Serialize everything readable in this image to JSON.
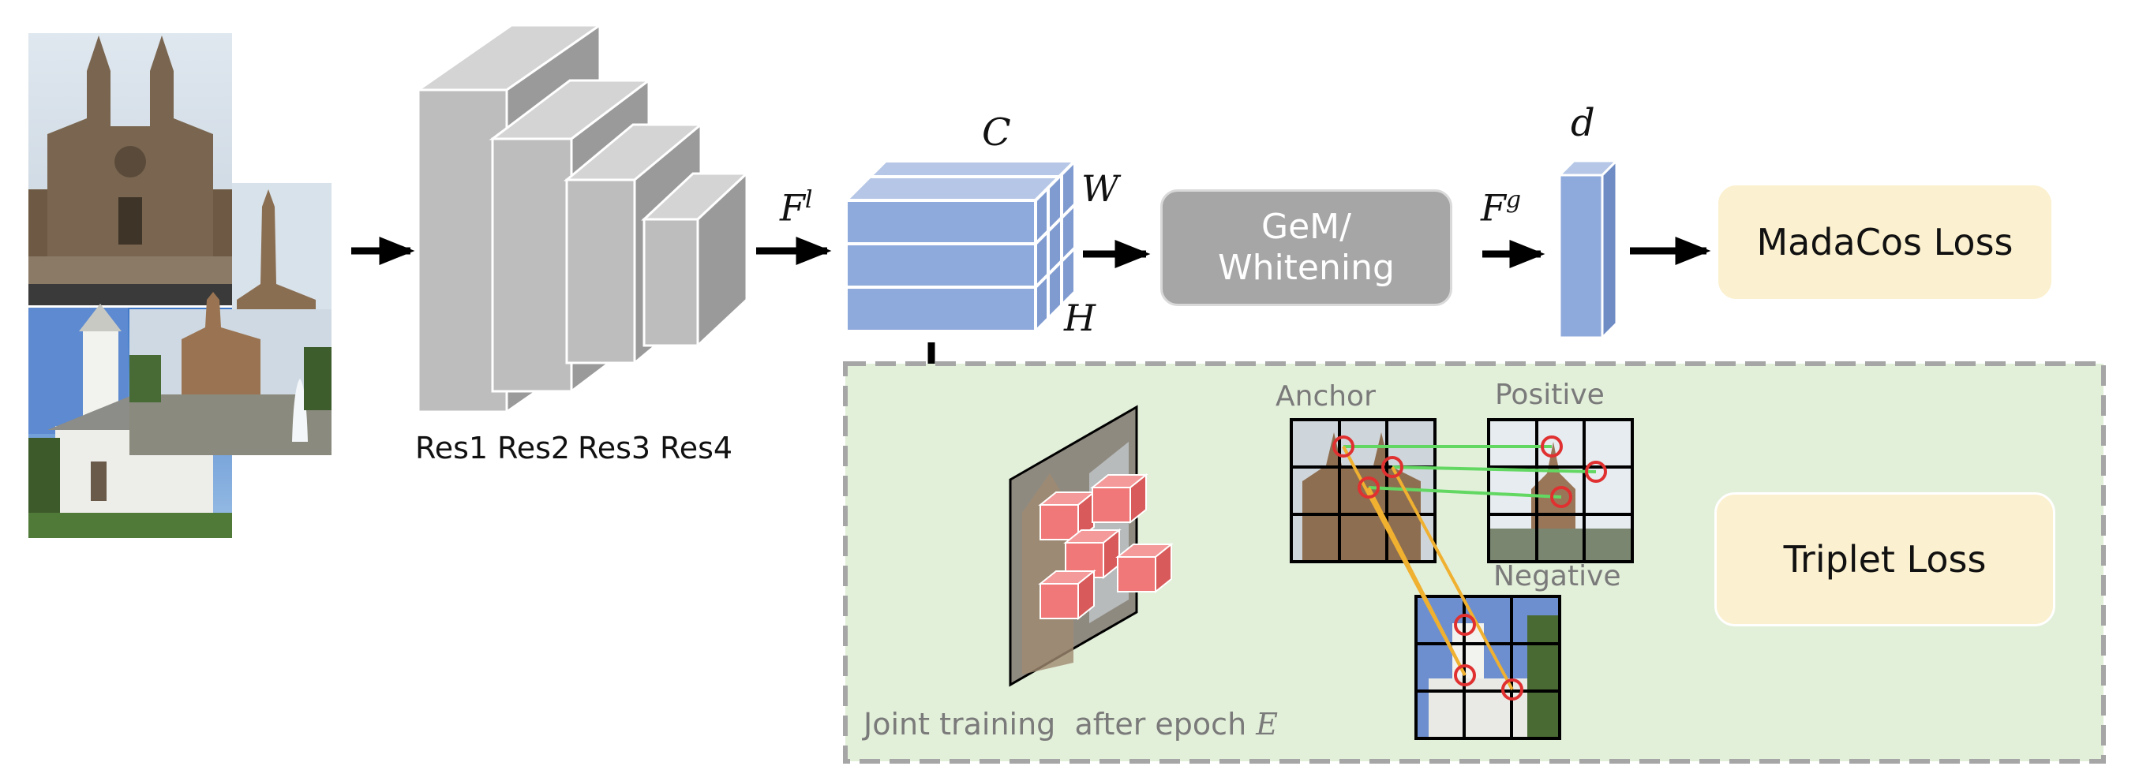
{
  "backbone": {
    "stages": [
      "Res1",
      "Res2",
      "Res3",
      "Res4"
    ]
  },
  "feature_map": {
    "input_label": "F",
    "input_sup": "l",
    "c_label": "C",
    "w_label": "W",
    "h_label": "H"
  },
  "pooling": {
    "line1": "GeM/",
    "line2": "Whitening"
  },
  "global_vector": {
    "label": "F",
    "sup": "g",
    "dim_label": "d"
  },
  "losses": {
    "madacos": "MadaCos Loss",
    "triplet": "Triplet Loss"
  },
  "local_branch": {
    "anchor": "Anchor",
    "positive": "Positive",
    "negative": "Negative",
    "caption": "Joint training  after epoch ",
    "epoch_symbol": "E"
  },
  "colors": {
    "feature_blue": "#8ea9db",
    "backbone_grey": "#bfbfbf",
    "pool_grey": "#a6a6a6",
    "loss_fill": "#fbf0cf",
    "panel_green": "#e2efd9",
    "cube_red": "#f07878",
    "match_green": "#62d862",
    "match_orange": "#f0b030",
    "keypoint_red": "#e03030"
  }
}
